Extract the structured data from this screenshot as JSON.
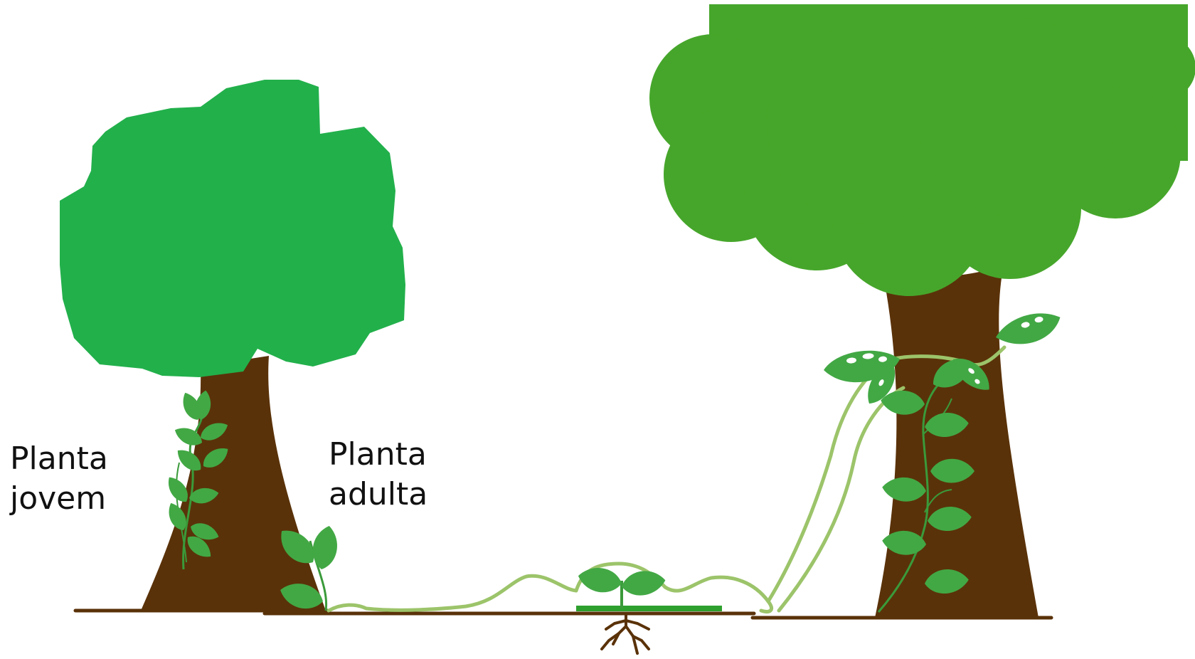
{
  "labels": {
    "young_plant": {
      "line1": "Planta",
      "line2": "jovem"
    },
    "adult_plant": {
      "line1": "Planta",
      "line2": "adulta"
    }
  },
  "colors": {
    "left_canopy": "#22b04b",
    "right_canopy": "#46a62b",
    "trunk": "#5a3209",
    "ground": "#5a3209",
    "leaf": "#42a844",
    "stem": "#3a9a3a",
    "vine": "#9cc46a",
    "seedling_base": "#2ea02e",
    "roots": "#5a3209"
  }
}
